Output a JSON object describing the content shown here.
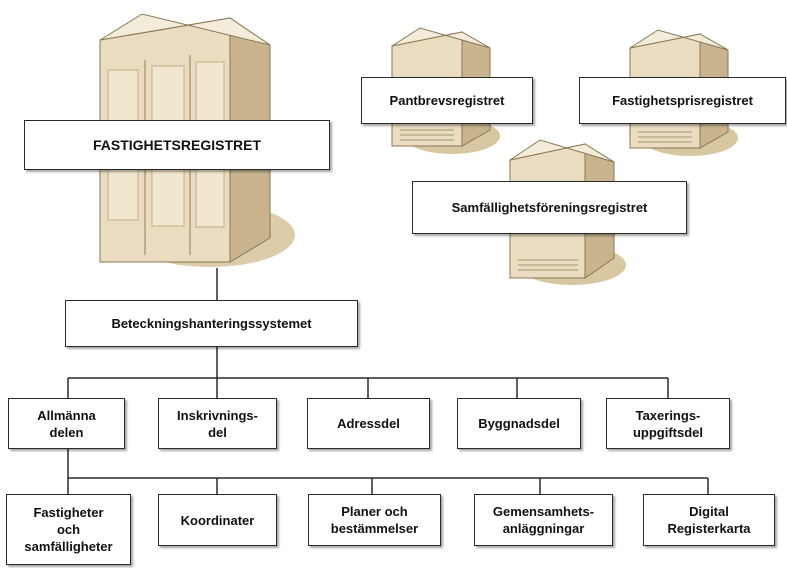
{
  "registers": {
    "main": "FASTIGHETSREGISTRET",
    "pantbrev": "Pantbrevsregistret",
    "fastighetspris": "Fastighetsprisregistret",
    "samfallighet": "Samfällighetsföreningsregistret"
  },
  "system": "Beteckningshanteringssystemet",
  "level1": [
    "Allmänna\ndelen",
    "Inskrivnings-\ndel",
    "Adressdel",
    "Byggnadsdel",
    "Taxerings-\nuppgiftsdel"
  ],
  "level2": [
    "Fastigheter\noch\nsamfälligheter",
    "Koordinater",
    "Planer och\nbestämmelser",
    "Gemensamhets-\nanläggningar",
    "Digital\nRegisterkarta"
  ],
  "colors": {
    "server_front": "#e9dcc0",
    "server_side": "#c9b48e",
    "server_top": "#f4ecda",
    "server_shadow": "#d8c7a0",
    "line": "#2a2a2a"
  }
}
